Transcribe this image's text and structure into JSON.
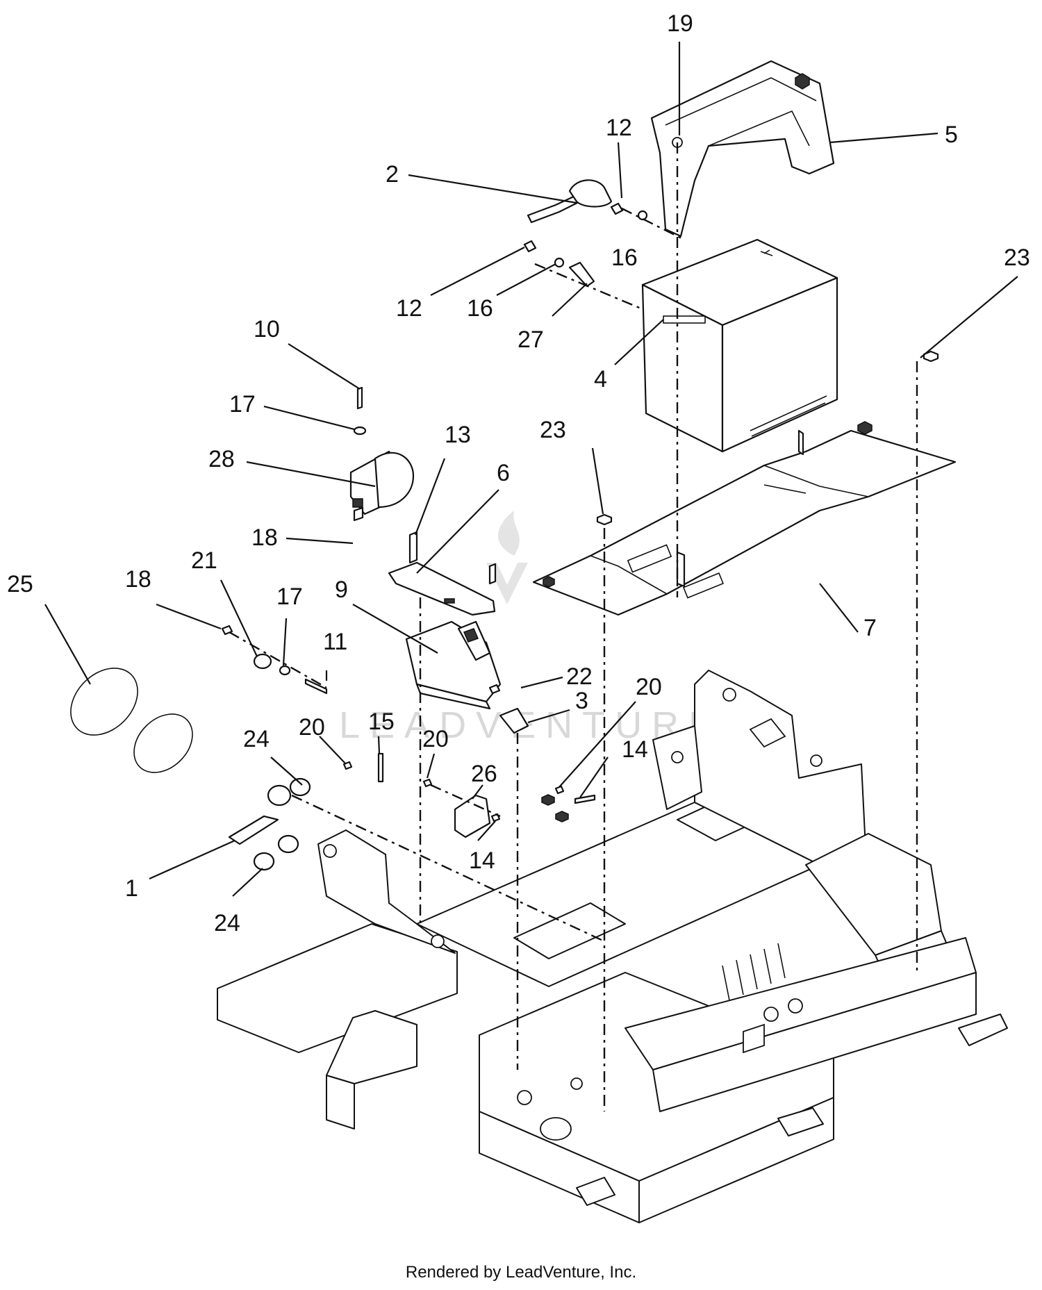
{
  "callouts": [
    {
      "id": "p19",
      "label": "19"
    },
    {
      "id": "p12a",
      "label": "12"
    },
    {
      "id": "p5",
      "label": "5"
    },
    {
      "id": "p2",
      "label": "2"
    },
    {
      "id": "p16a",
      "label": "16"
    },
    {
      "id": "p23a",
      "label": "23"
    },
    {
      "id": "p12b",
      "label": "12"
    },
    {
      "id": "p16b",
      "label": "16"
    },
    {
      "id": "p27",
      "label": "27"
    },
    {
      "id": "p4",
      "label": "4"
    },
    {
      "id": "p10",
      "label": "10"
    },
    {
      "id": "p17a",
      "label": "17"
    },
    {
      "id": "p13",
      "label": "13"
    },
    {
      "id": "p23b",
      "label": "23"
    },
    {
      "id": "p28",
      "label": "28"
    },
    {
      "id": "p6",
      "label": "6"
    },
    {
      "id": "p18a",
      "label": "18"
    },
    {
      "id": "p25",
      "label": "25"
    },
    {
      "id": "p21",
      "label": "21"
    },
    {
      "id": "p18b",
      "label": "18"
    },
    {
      "id": "p17b",
      "label": "17"
    },
    {
      "id": "p9",
      "label": "9"
    },
    {
      "id": "p7",
      "label": "7"
    },
    {
      "id": "p11",
      "label": "11"
    },
    {
      "id": "p22",
      "label": "22"
    },
    {
      "id": "p3",
      "label": "3"
    },
    {
      "id": "p20a",
      "label": "20"
    },
    {
      "id": "p15",
      "label": "15"
    },
    {
      "id": "p24a",
      "label": "24"
    },
    {
      "id": "p20b",
      "label": "20"
    },
    {
      "id": "p20c",
      "label": "20"
    },
    {
      "id": "p14a",
      "label": "14"
    },
    {
      "id": "p26",
      "label": "26"
    },
    {
      "id": "p14b",
      "label": "14"
    },
    {
      "id": "p1",
      "label": "1"
    },
    {
      "id": "p24b",
      "label": "24"
    }
  ],
  "watermark": "LEADVENTURE",
  "credit": "Rendered by LeadVenture, Inc."
}
